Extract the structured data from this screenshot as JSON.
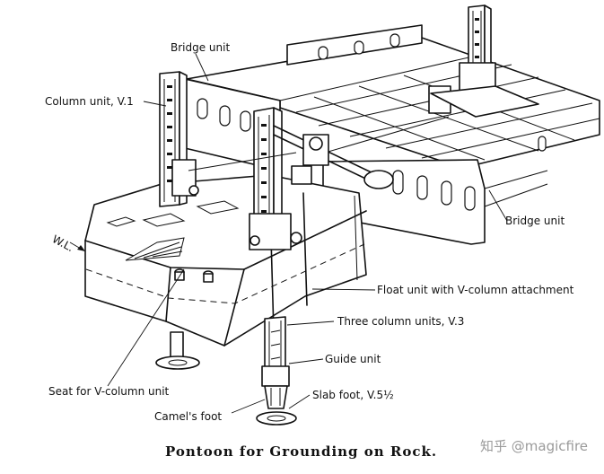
{
  "labels": {
    "bridge_unit_top": "Bridge unit",
    "column_unit": "Column unit, V.1",
    "wl": "W.L.",
    "bridge_unit_right": "Bridge unit",
    "float_unit": "Float unit with V-column attachment",
    "three_column": "Three column units, V.3",
    "guide_unit": "Guide unit",
    "seat": "Seat for V-column unit",
    "slab_foot": "Slab foot, V.5½",
    "camels_foot": "Camel's foot"
  },
  "caption": "Pontoon for Grounding on Rock.",
  "watermark": "知乎 @magicfire"
}
